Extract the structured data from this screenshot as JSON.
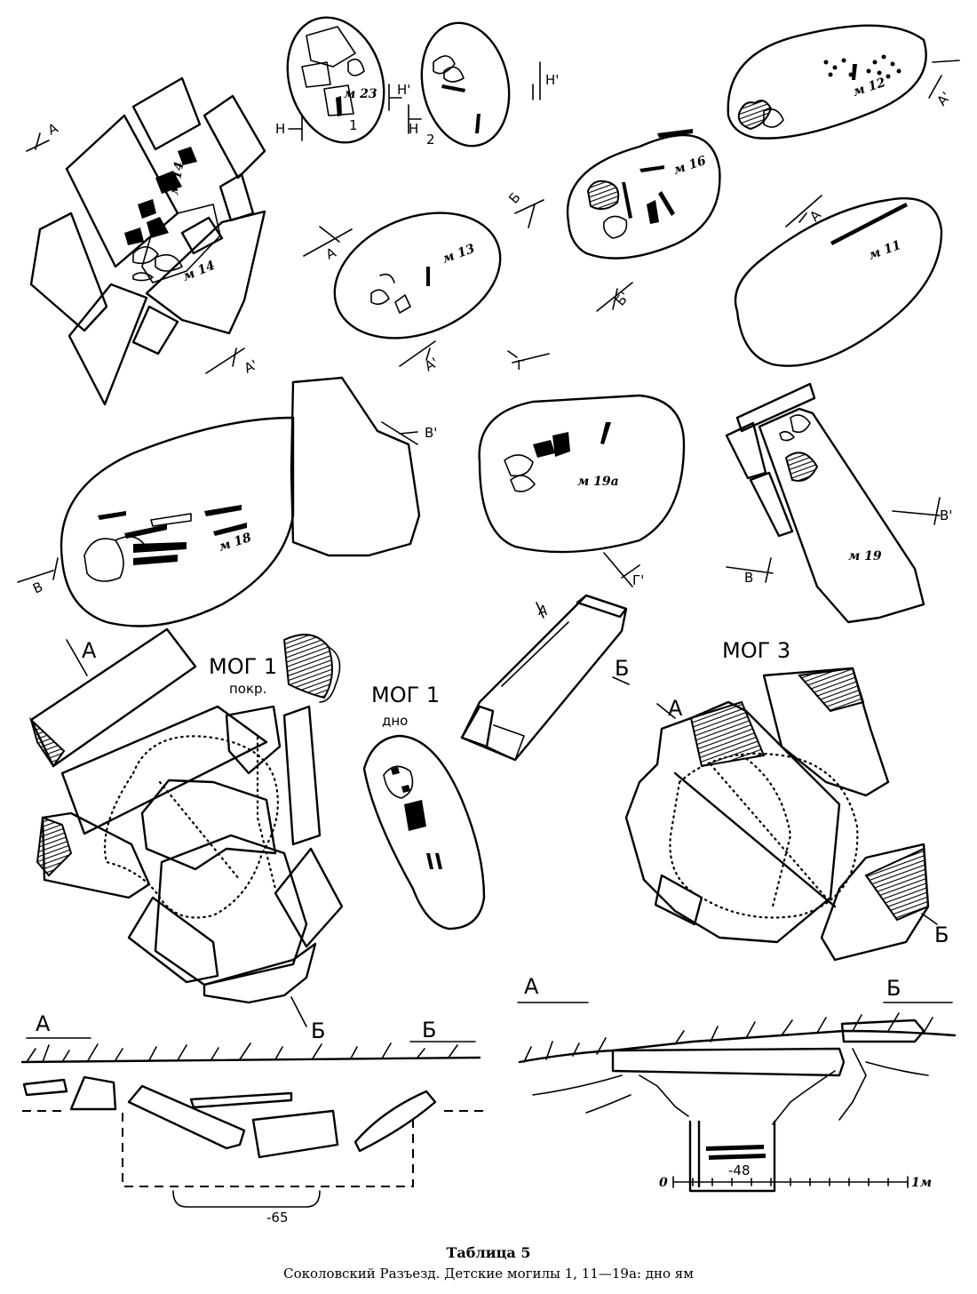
{
  "caption": {
    "title": "Таблица 5",
    "subtitle": "Соколовский Разъезд. Детские могилы 1, 11—19а: дно ям"
  },
  "graves": {
    "m11": "м 11",
    "m12": "м 12",
    "m13": "м 13",
    "m14": "м 14",
    "m16": "м 16",
    "m18": "м 18",
    "m19": "м 19",
    "m19a": "м 19а",
    "m23": "м 23"
  },
  "section_marks": {
    "a": "А",
    "a_prime": "А'",
    "b": "Б",
    "b_prime": "Б'",
    "v": "В",
    "v_prime": "В'",
    "n": "Н",
    "n_prime": "Н'",
    "g": "Г",
    "g_prime": "Г'"
  },
  "labels": {
    "mog1_cover_title": "МОГ 1",
    "mog1_cover_sub": "покр.",
    "mog1_bottom_title": "МОГ 1",
    "mog1_bottom_sub": "дно",
    "mog3_title": "МОГ 3",
    "depth_left": "-65",
    "depth_right": "-48",
    "small_1": "1",
    "small_2": "2"
  },
  "scale": {
    "start": "0",
    "end": "1м"
  }
}
